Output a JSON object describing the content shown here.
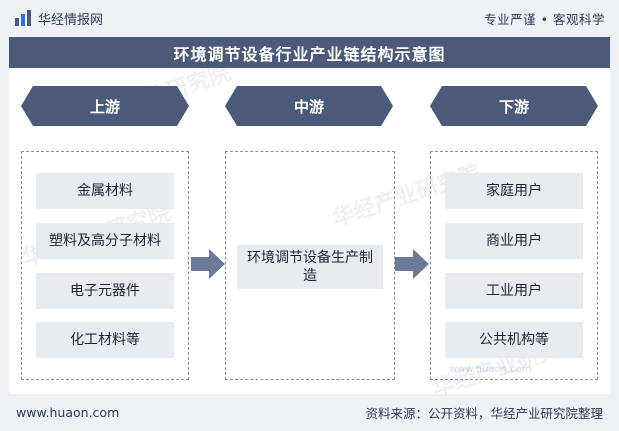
{
  "header": {
    "brand": "华经情报网",
    "tagline": "专业严谨 • 客观科学"
  },
  "title": "环境调节设备行业产业链结构示意图",
  "stages": {
    "upstream": {
      "label": "上游",
      "items": [
        "金属材料",
        "塑料及高分子材料",
        "电子元器件",
        "化工材料等"
      ]
    },
    "midstream": {
      "label": "中游",
      "items": [
        "环境调节设备生产制造"
      ]
    },
    "downstream": {
      "label": "下游",
      "items": [
        "家庭用户",
        "商业用户",
        "工业用户",
        "公共机构等"
      ]
    }
  },
  "footer": {
    "website": "www.huaon.com",
    "source": "资料来源：公开资料，华经产业研究院整理"
  },
  "watermark": {
    "text": "华经产业研究院",
    "url": "www.huaon.com"
  },
  "colors": {
    "header_fill": "#4a5a78",
    "item_fill": "#e8ebf0",
    "arrow_fill": "#6b7a96",
    "background": "#eef2f7"
  }
}
